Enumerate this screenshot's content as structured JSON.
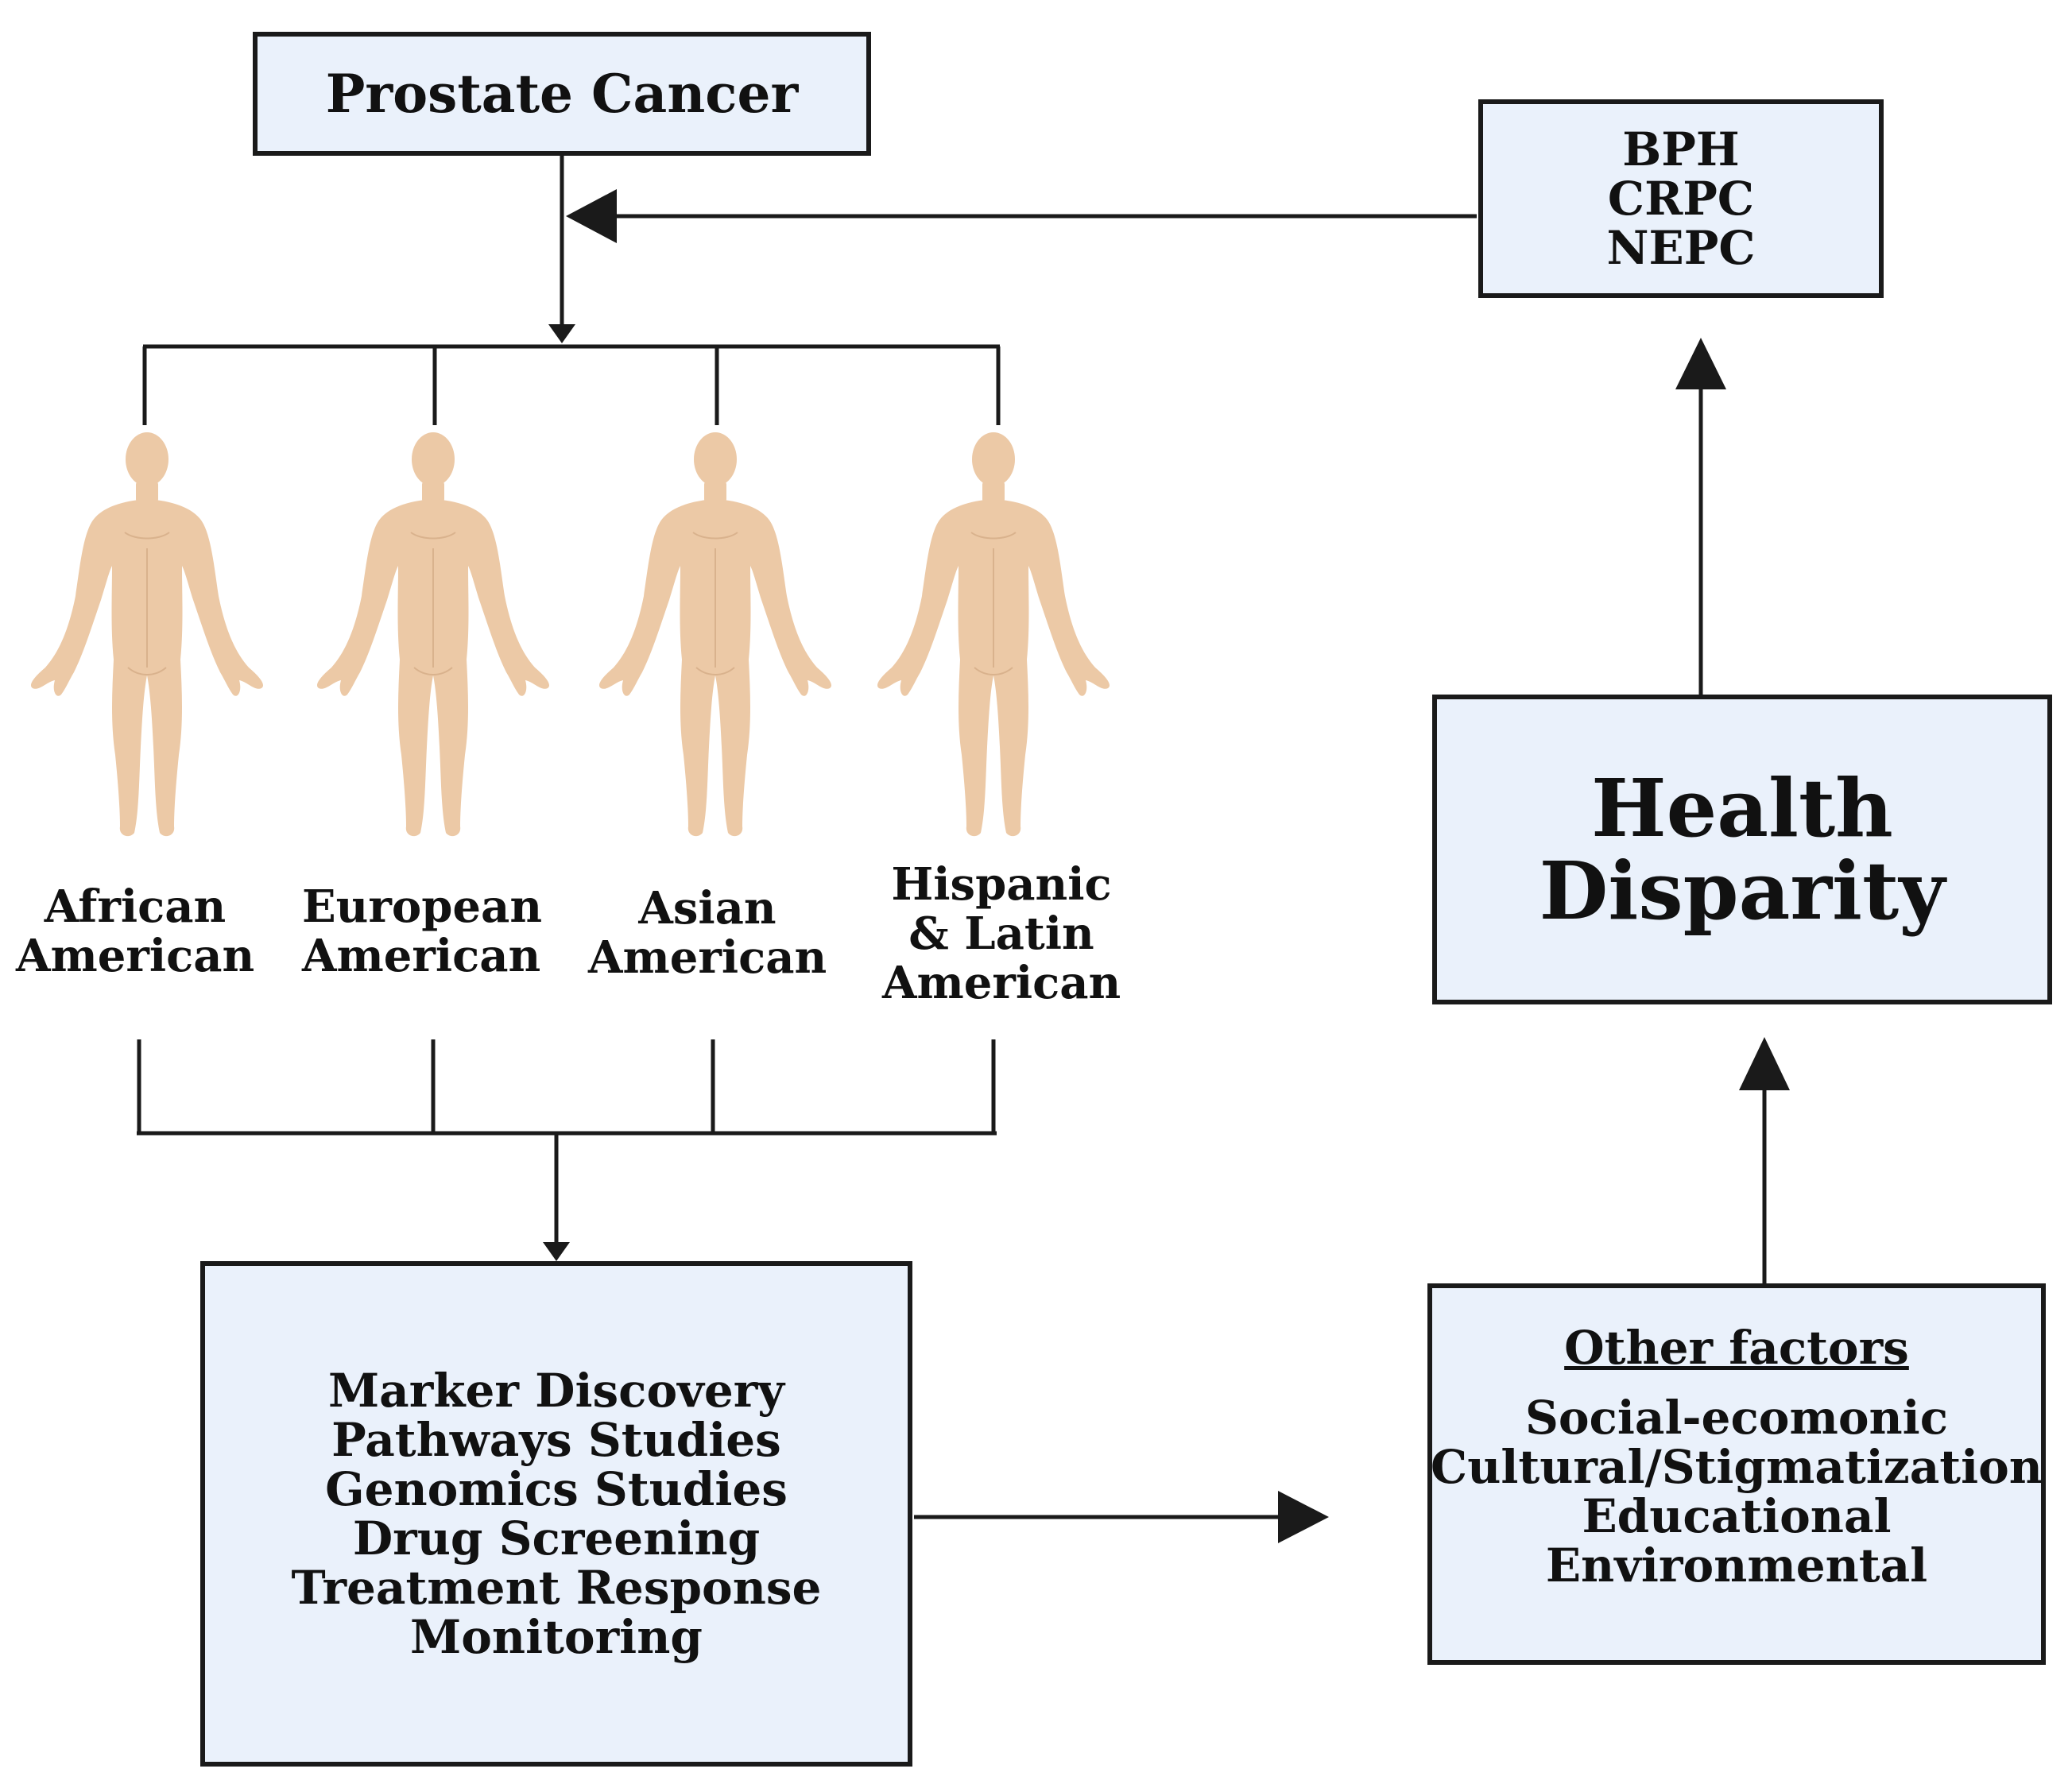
{
  "diagram": {
    "top_box": {
      "label": "Prostate Cancer"
    },
    "subtype_box": {
      "lines": [
        "BPH",
        "CRPC",
        "NEPC"
      ]
    },
    "populations": [
      {
        "lines": [
          "African",
          "American"
        ]
      },
      {
        "lines": [
          "European",
          "American"
        ]
      },
      {
        "lines": [
          "Asian",
          "American"
        ]
      },
      {
        "lines": [
          "Hispanic",
          "& Latin",
          "American"
        ]
      }
    ],
    "studies_box": {
      "lines": [
        "Marker Discovery",
        "Pathways Studies",
        "Genomics Studies",
        "Drug Screening",
        "Treatment Response",
        "Monitoring"
      ]
    },
    "factors_box": {
      "title": "Other factors",
      "lines": [
        "Social-ecomonic",
        "Cultural/Stigmatization",
        "Educational",
        "Environmental"
      ]
    },
    "health_box": {
      "lines": [
        "Health",
        "Disparity"
      ]
    },
    "colors": {
      "box_fill": "#eaf1fb",
      "line": "#1a1a1a",
      "skin": "#ecc9a6",
      "skin_shade": "#d9b28d"
    }
  }
}
